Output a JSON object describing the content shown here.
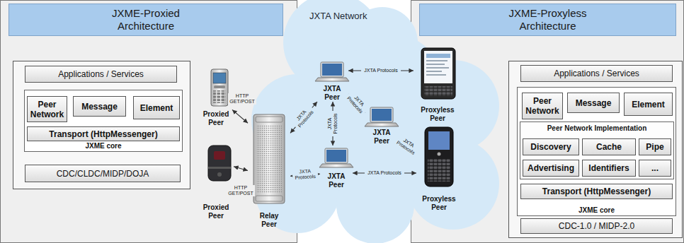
{
  "diagram": {
    "nodes": [
      {
        "text": [
          "JXME-Proxied Architecture"
        ]
      },
      {
        "text": [
          "Applications / Services"
        ],
        "in": 0
      },
      {
        "text": [
          "JXME core"
        ],
        "in": 0
      },
      {
        "text": [
          "Peer Network"
        ],
        "in": 2
      },
      {
        "text": [
          "Message"
        ],
        "in": 2
      },
      {
        "text": [
          "Element"
        ],
        "in": 2
      },
      {
        "text": [
          "Transport (HttpMessenger)"
        ],
        "in": 2
      },
      {
        "text": [
          "CDC/CLDC/MIDP/DOJA"
        ],
        "in": 0
      },
      {
        "text": [
          "Proxied Peer"
        ],
        "in": 0
      },
      {
        "text": [
          "Proxied Peer"
        ],
        "in": 0
      },
      {
        "text": [
          "JXTA Network"
        ]
      },
      {
        "text": [
          "Relay Peer"
        ]
      },
      {
        "text": [
          "JXTA Peer"
        ],
        "in": 10
      },
      {
        "text": [
          "JXTA Peer"
        ],
        "in": 10
      },
      {
        "text": [
          "JXTA Peer"
        ],
        "in": 10
      },
      {
        "text": [
          "Proxyless Peer"
        ]
      },
      {
        "text": [
          "Proxyless Peer"
        ]
      },
      {
        "text": [
          "JXME-Proxyless Architecture"
        ]
      },
      {
        "text": [
          "Applications / Services"
        ],
        "in": 17
      },
      {
        "text": [
          "JXME core"
        ],
        "in": 17
      },
      {
        "text": [
          "Peer Network"
        ],
        "in": 19
      },
      {
        "text": [
          "Message"
        ],
        "in": 19
      },
      {
        "text": [
          "Element"
        ],
        "in": 19
      },
      {
        "text": [
          "Peer Network Implementation"
        ],
        "in": 19
      },
      {
        "text": [
          "Discovery"
        ],
        "in": 23
      },
      {
        "text": [
          "Cache"
        ],
        "in": 23
      },
      {
        "text": [
          "Pipe"
        ],
        "in": 23
      },
      {
        "text": [
          "Advertising"
        ],
        "in": 23
      },
      {
        "text": [
          "Identifiers"
        ],
        "in": 23
      },
      {
        "text": [
          "..."
        ],
        "in": 23
      },
      {
        "text": [
          "Transport (HttpMessenger)"
        ],
        "in": 19
      },
      {
        "text": [
          "CDC-1.0 / MIDP-2.0"
        ],
        "in": 17
      }
    ],
    "edges": [
      {
        "from": 8,
        "to": 11,
        "label": "HTTP GET/POST",
        "arrow": "both"
      },
      {
        "from": 9,
        "to": 11,
        "label": "HTTP GET/POST",
        "arrow": "both"
      },
      {
        "from": 11,
        "to": 12,
        "label": "JXTA Protocols",
        "arrow": "both"
      },
      {
        "from": 11,
        "to": 14,
        "label": "JXTA Protocols",
        "arrow": "both"
      },
      {
        "from": 12,
        "to": 14,
        "label": "JXTA Protocols",
        "arrow": "both"
      },
      {
        "from": 12,
        "to": 13,
        "label": "JXTA Protocols",
        "arrow": "both"
      },
      {
        "from": 12,
        "to": 15,
        "label": "JXTA Protocols",
        "arrow": "both"
      },
      {
        "from": 13,
        "to": 16,
        "label": "JXTA Protocols",
        "arrow": "both"
      },
      {
        "from": 14,
        "to": 16,
        "label": "JXTA Protocols",
        "arrow": "both"
      }
    ]
  }
}
